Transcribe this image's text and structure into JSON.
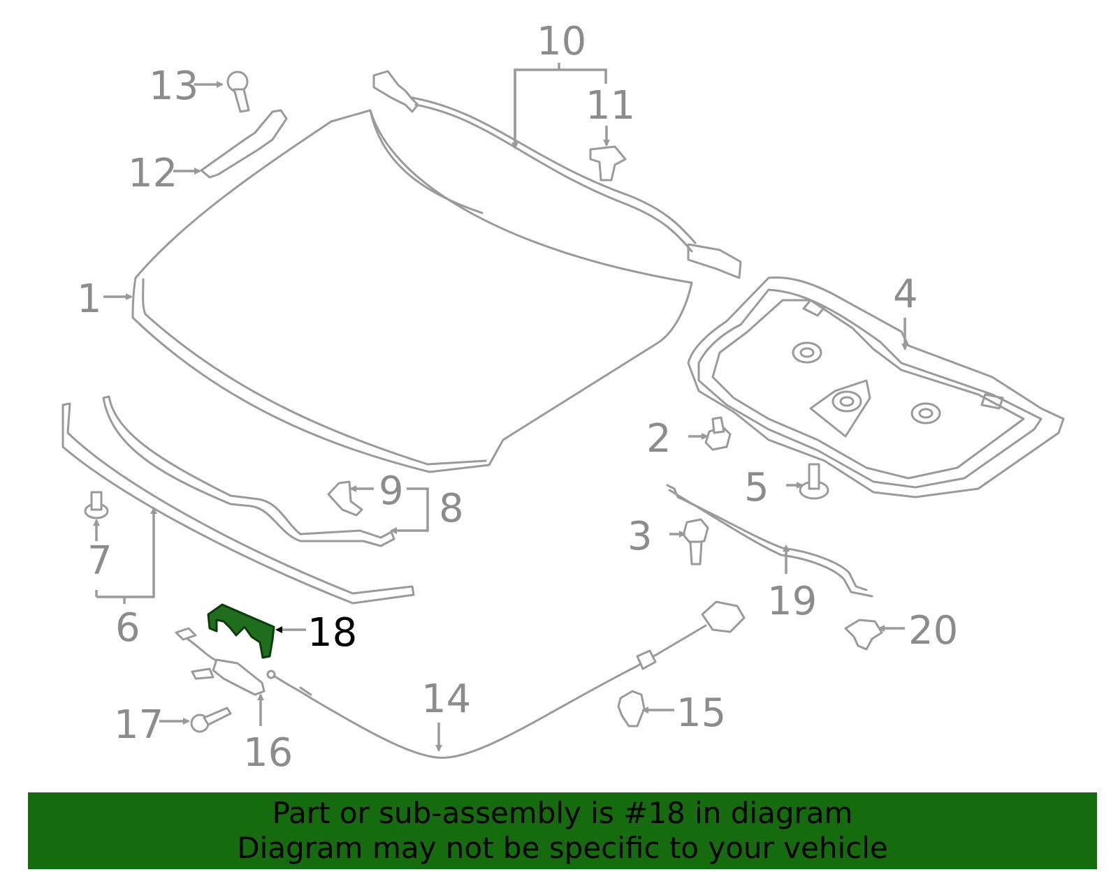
{
  "callouts": {
    "c1": "1",
    "c2": "2",
    "c3": "3",
    "c4": "4",
    "c5": "5",
    "c6": "6",
    "c7": "7",
    "c8": "8",
    "c9": "9",
    "c10": "10",
    "c11": "11",
    "c12": "12",
    "c13": "13",
    "c14": "14",
    "c15": "15",
    "c16": "16",
    "c17": "17",
    "c18": "18",
    "c19": "19",
    "c20": "20"
  },
  "highlighted_part": "18",
  "colors": {
    "highlight": "#1e6e1e",
    "banner": "#166b0f",
    "line_art": "#9a9a9a"
  },
  "banner": {
    "line1": "Part or sub-assembly is #18 in diagram",
    "line2": "Diagram may not be specific to your vehicle"
  }
}
